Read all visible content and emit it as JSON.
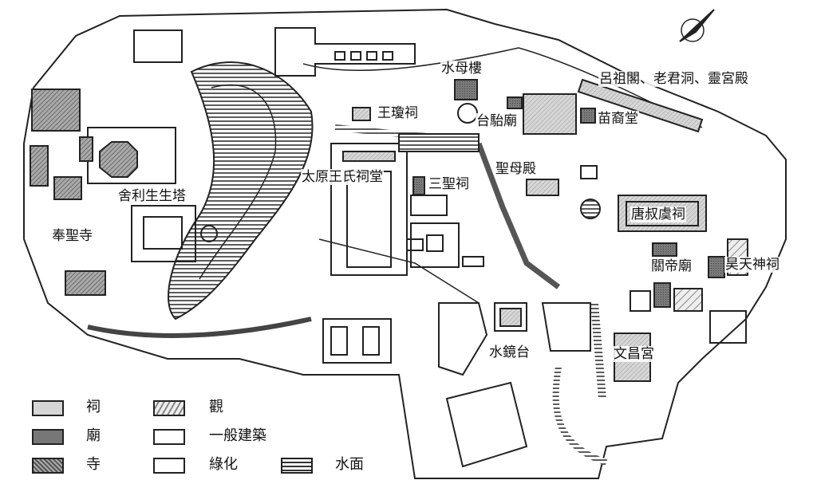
{
  "map": {
    "labels": {
      "shuimu_lou": "水母樓",
      "lvzu_ge": "呂祖閣、老君洞、靈宮殿",
      "wangqiong_ci": "王瓊祠",
      "taitai_miao": "台駘廟",
      "miaoyi_tang": "苗裔堂",
      "taiyuan_wang": "太原王氏祠堂",
      "sansheng_ci": "三聖祠",
      "shengmu_dian": "聖母殿",
      "sheli_ta": "舍利生生塔",
      "tangshuyu_ci": "唐叔虞祠",
      "fengsheng_si": "奉聖寺",
      "guandi_miao": "關帝廟",
      "haotian_ci": "昊天神祠",
      "shuijing_tai": "水鏡台",
      "wenchang_gong": "文昌宮"
    }
  },
  "legend": {
    "ci": "祠",
    "miao": "廟",
    "si": "寺",
    "guan": "觀",
    "general": "一般建築",
    "green": "綠化",
    "water": "水面"
  },
  "colors": {
    "ink": "#222222",
    "miao_fill": "#6e6e6e",
    "ci_fill": "#c8c8c8"
  }
}
